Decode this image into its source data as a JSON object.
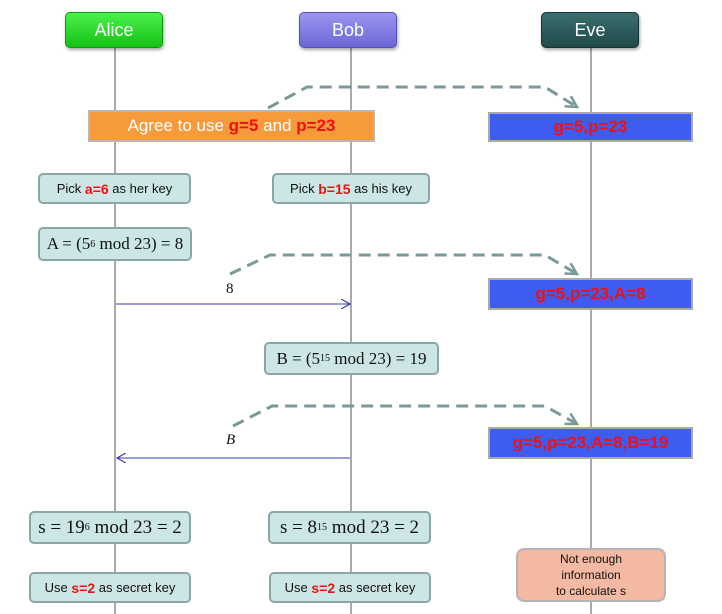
{
  "actors": {
    "alice": "Alice",
    "bob": "Bob",
    "eve": "Eve"
  },
  "agree": {
    "prefix": "Agree to use ",
    "g": "g=5",
    "mid": " and ",
    "p": "p=23"
  },
  "eve_known": {
    "step1": "g=5,p=23",
    "step2": "g=5,p=23,A=8",
    "step3": "g=5,p=23,A=8,B=19"
  },
  "alice_pick": {
    "prefix": "Pick ",
    "value": "a=6",
    "suffix": " as her key"
  },
  "bob_pick": {
    "prefix": "Pick ",
    "value": "b=15",
    "suffix": " as his key"
  },
  "alice_compute": {
    "lhs": "A = (5",
    "exp": "6",
    "rhs": " mod 23) = 8"
  },
  "bob_compute": {
    "lhs": "B = (5",
    "exp": "15",
    "rhs": " mod 23) = 19"
  },
  "messages": {
    "a_to_b": "8",
    "b_to_a": "B"
  },
  "alice_secret": {
    "lhs": "s = 19",
    "exp": "6",
    "rhs": " mod 23 = 2"
  },
  "bob_secret": {
    "lhs": "s = 8",
    "exp": "15",
    "rhs": " mod 23 = 2"
  },
  "alice_use": {
    "prefix": "Use ",
    "value": "s=2",
    "suffix": " as secret key"
  },
  "bob_use": {
    "prefix": "Use ",
    "value": "s=2",
    "suffix": " as secret key"
  },
  "eve_note": {
    "line1": "Not enough",
    "line2": "information",
    "line3": "to calculate s"
  },
  "colors": {
    "alice": "#22cc22",
    "bob": "#7b75e0",
    "eve": "#2a5555",
    "agree_box": "#f79a3c",
    "eve_box": "#3e5df0",
    "highlight": "#ee1111",
    "step_box": "#cce6e6",
    "note_box": "#f4b9a2",
    "arrow": "#3b3bb0",
    "intercept": "#7a9a9a"
  }
}
